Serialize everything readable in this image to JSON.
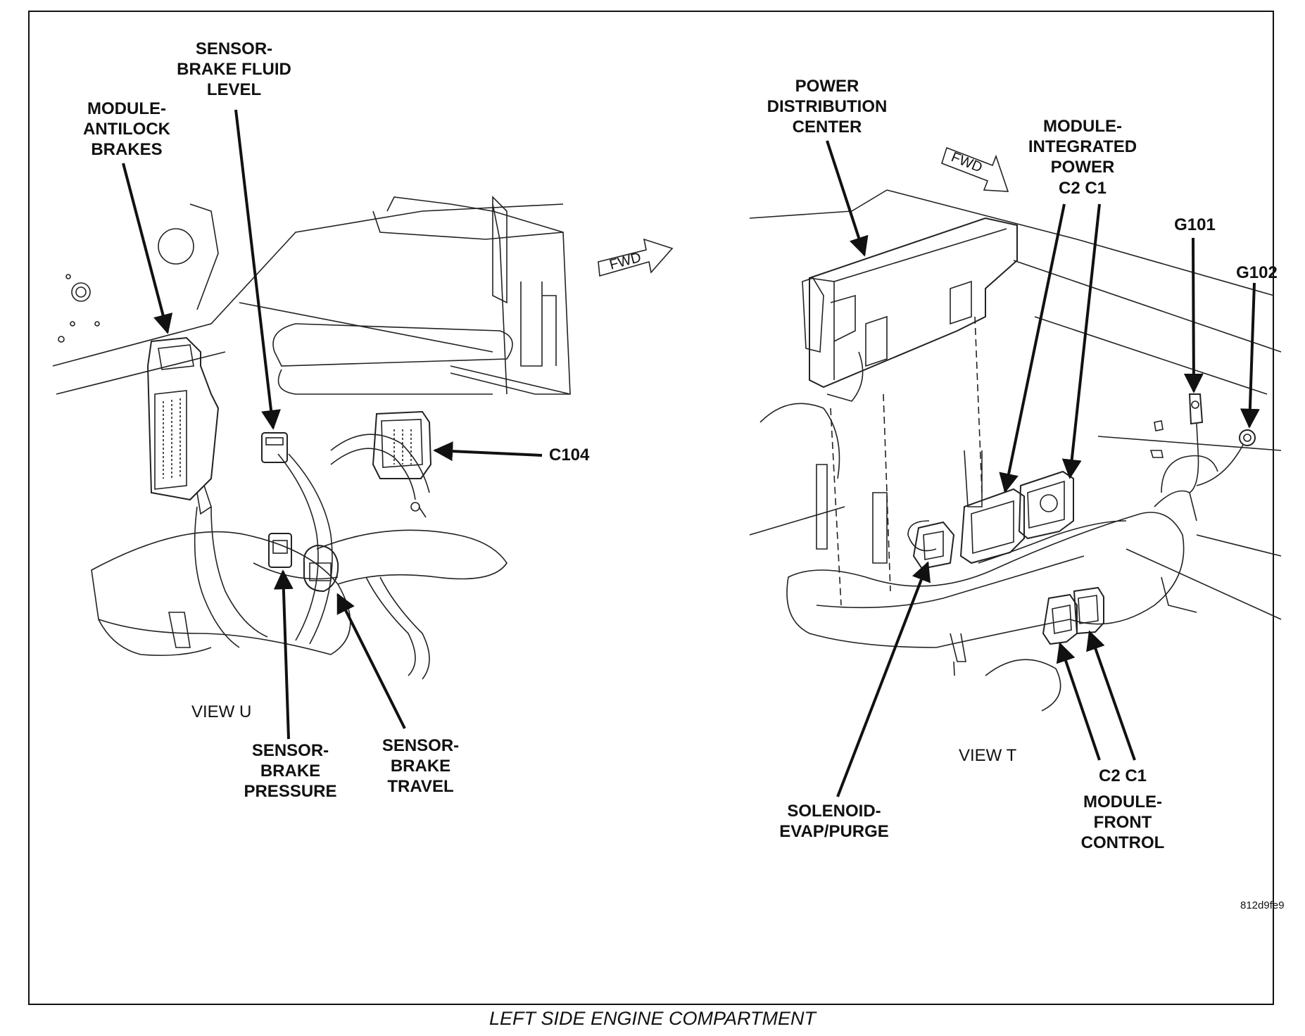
{
  "caption": "LEFT SIDE ENGINE COMPARTMENT",
  "image_code": "812d9fe9",
  "fwd_label": "FWD",
  "views": {
    "left": "VIEW U",
    "right": "VIEW T"
  },
  "labels": {
    "module_antilock_brakes": "MODULE-\nANTILOCK\nBRAKES",
    "sensor_brake_fluid_level": "SENSOR-\nBRAKE FLUID\nLEVEL",
    "c104": "C104",
    "sensor_brake_pressure": "SENSOR-\nBRAKE\nPRESSURE",
    "sensor_brake_travel": "SENSOR-\nBRAKE\nTRAVEL",
    "power_distribution_center": "POWER\nDISTRIBUTION\nCENTER",
    "module_integrated_power": "MODULE-\nINTEGRATED\nPOWER",
    "ipm_connectors": "C2  C1",
    "g101": "G101",
    "g102": "G102",
    "solenoid_evap_purge": "SOLENOID-\nEVAP/PURGE",
    "fcm_connectors": "C2  C1",
    "module_front_control": "MODULE-\nFRONT\nCONTROL"
  }
}
